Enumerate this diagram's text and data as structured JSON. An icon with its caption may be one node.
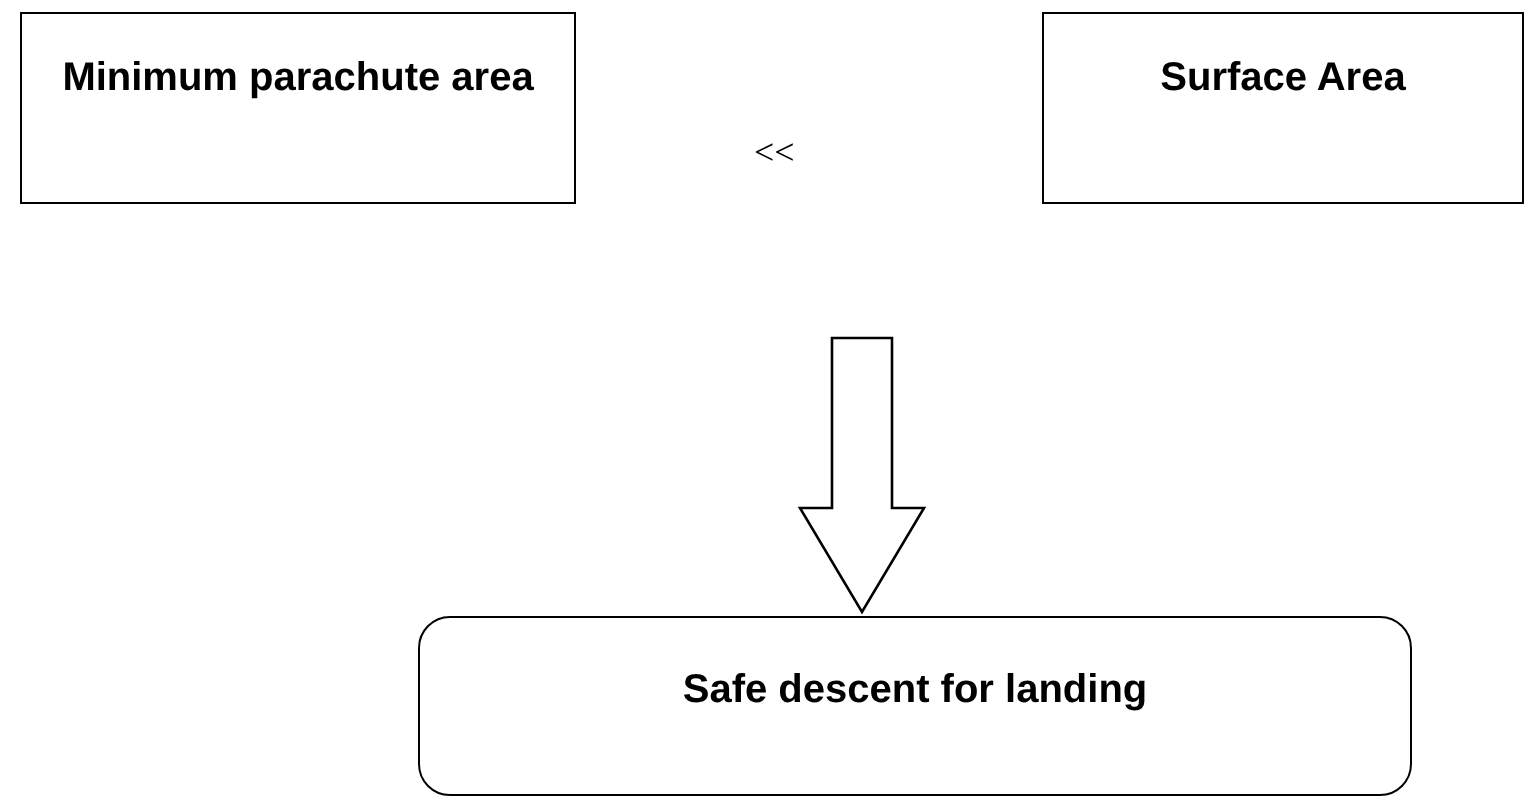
{
  "diagram": {
    "nodes": [
      {
        "text": [
          "Minimum parachute area"
        ]
      },
      {
        "text": [
          "Surface Area"
        ]
      },
      {
        "text": [
          "Safe descent for landing"
        ]
      }
    ],
    "edges": [
      {
        "from": null,
        "to": 2,
        "arrow": "to"
      }
    ],
    "labels": [
      "<<"
    ]
  }
}
